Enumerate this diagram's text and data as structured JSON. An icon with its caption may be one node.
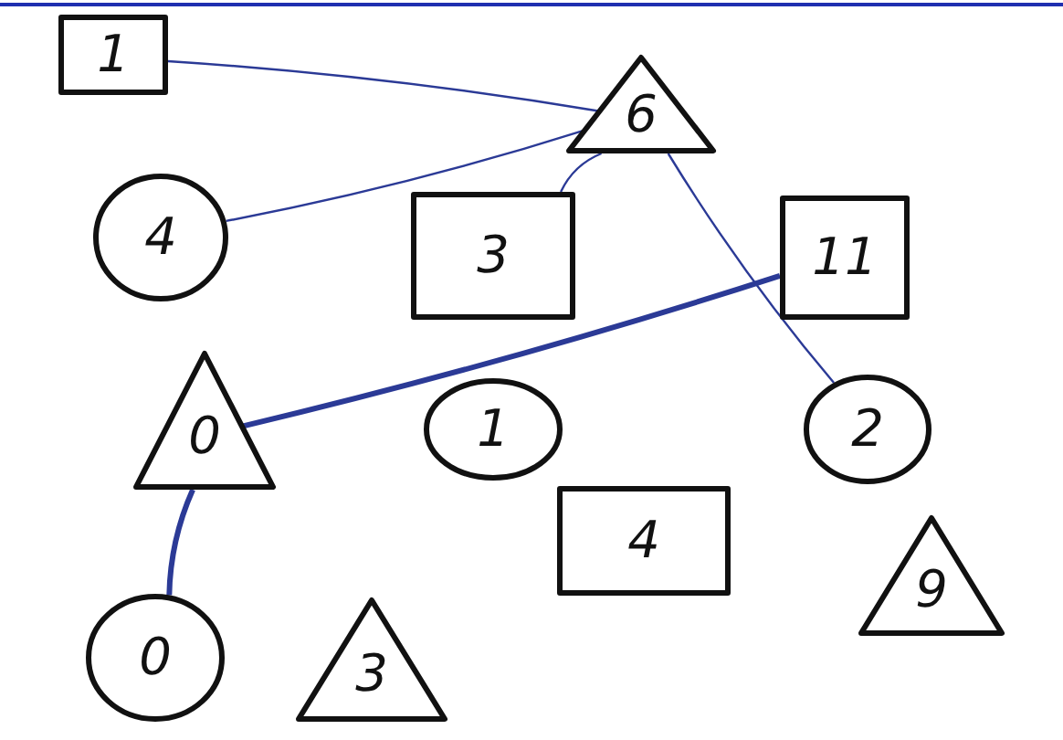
{
  "diagram": {
    "nodes": [
      {
        "text": [
          "1"
        ]
      },
      {
        "text": [
          "6"
        ]
      },
      {
        "text": [
          "4"
        ]
      },
      {
        "text": [
          "3"
        ]
      },
      {
        "text": [
          "11"
        ]
      },
      {
        "text": [
          "0"
        ]
      },
      {
        "text": [
          "1"
        ]
      },
      {
        "text": [
          "2"
        ]
      },
      {
        "text": [
          "4"
        ]
      },
      {
        "text": [
          "9"
        ]
      },
      {
        "text": [
          "0"
        ]
      },
      {
        "text": [
          "3"
        ]
      }
    ],
    "edges": [
      {
        "from": 0,
        "to": 1,
        "arrow": "none"
      },
      {
        "from": 2,
        "to": 1,
        "arrow": "none"
      },
      {
        "from": 3,
        "to": 1,
        "arrow": "none"
      },
      {
        "from": 1,
        "to": 7,
        "arrow": "none"
      },
      {
        "from": 4,
        "to": 5,
        "arrow": "none",
        "style": "thick"
      },
      {
        "from": 5,
        "to": 10,
        "arrow": "none",
        "style": "thick"
      }
    ]
  }
}
